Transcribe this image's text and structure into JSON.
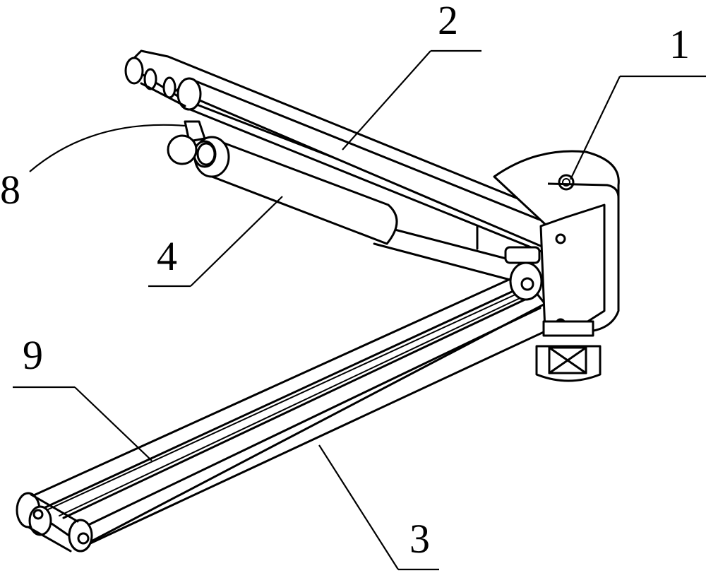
{
  "figure": {
    "labels": {
      "l1": "1",
      "l2": "2",
      "l3": "3",
      "l4": "4",
      "l8": "8",
      "l9": "9"
    }
  }
}
